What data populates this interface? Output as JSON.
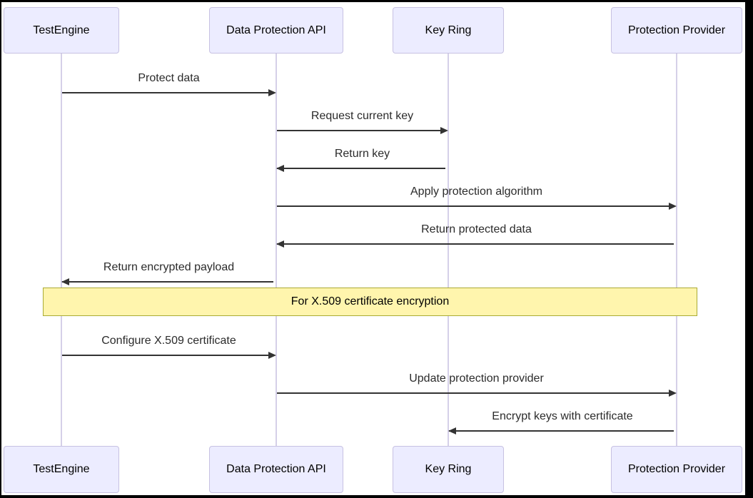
{
  "diagram": {
    "type": "sequence-diagram",
    "actors": [
      {
        "id": "testengine",
        "label": "TestEngine"
      },
      {
        "id": "dpapi",
        "label": "Data Protection API"
      },
      {
        "id": "keyring",
        "label": "Key Ring"
      },
      {
        "id": "provider",
        "label": "Protection Provider"
      }
    ],
    "messages": [
      {
        "from": "testengine",
        "to": "dpapi",
        "label": "Protect data"
      },
      {
        "from": "dpapi",
        "to": "keyring",
        "label": "Request current key"
      },
      {
        "from": "keyring",
        "to": "dpapi",
        "label": "Return key"
      },
      {
        "from": "dpapi",
        "to": "provider",
        "label": "Apply protection algorithm"
      },
      {
        "from": "provider",
        "to": "dpapi",
        "label": "Return protected data"
      },
      {
        "from": "dpapi",
        "to": "testengine",
        "label": "Return encrypted payload"
      },
      {
        "from": "testengine",
        "to": "dpapi",
        "label": "Configure X.509 certificate"
      },
      {
        "from": "dpapi",
        "to": "provider",
        "label": "Update protection provider"
      },
      {
        "from": "provider",
        "to": "keyring",
        "label": "Encrypt keys with certificate"
      }
    ],
    "note": {
      "label": "For X.509 certificate encryption",
      "position": "over all participants",
      "after_message_index": 5
    },
    "colors": {
      "actor_fill": "#ECECFF",
      "actor_border": "#c7c1e2",
      "lifeline": "#d5d0e8",
      "message_line": "#333333",
      "message_text": "#2b2b2b",
      "note_fill": "#FFF5AD",
      "note_border": "#AAAA33",
      "frame": "#000000",
      "background": "#FFFFFF"
    }
  }
}
